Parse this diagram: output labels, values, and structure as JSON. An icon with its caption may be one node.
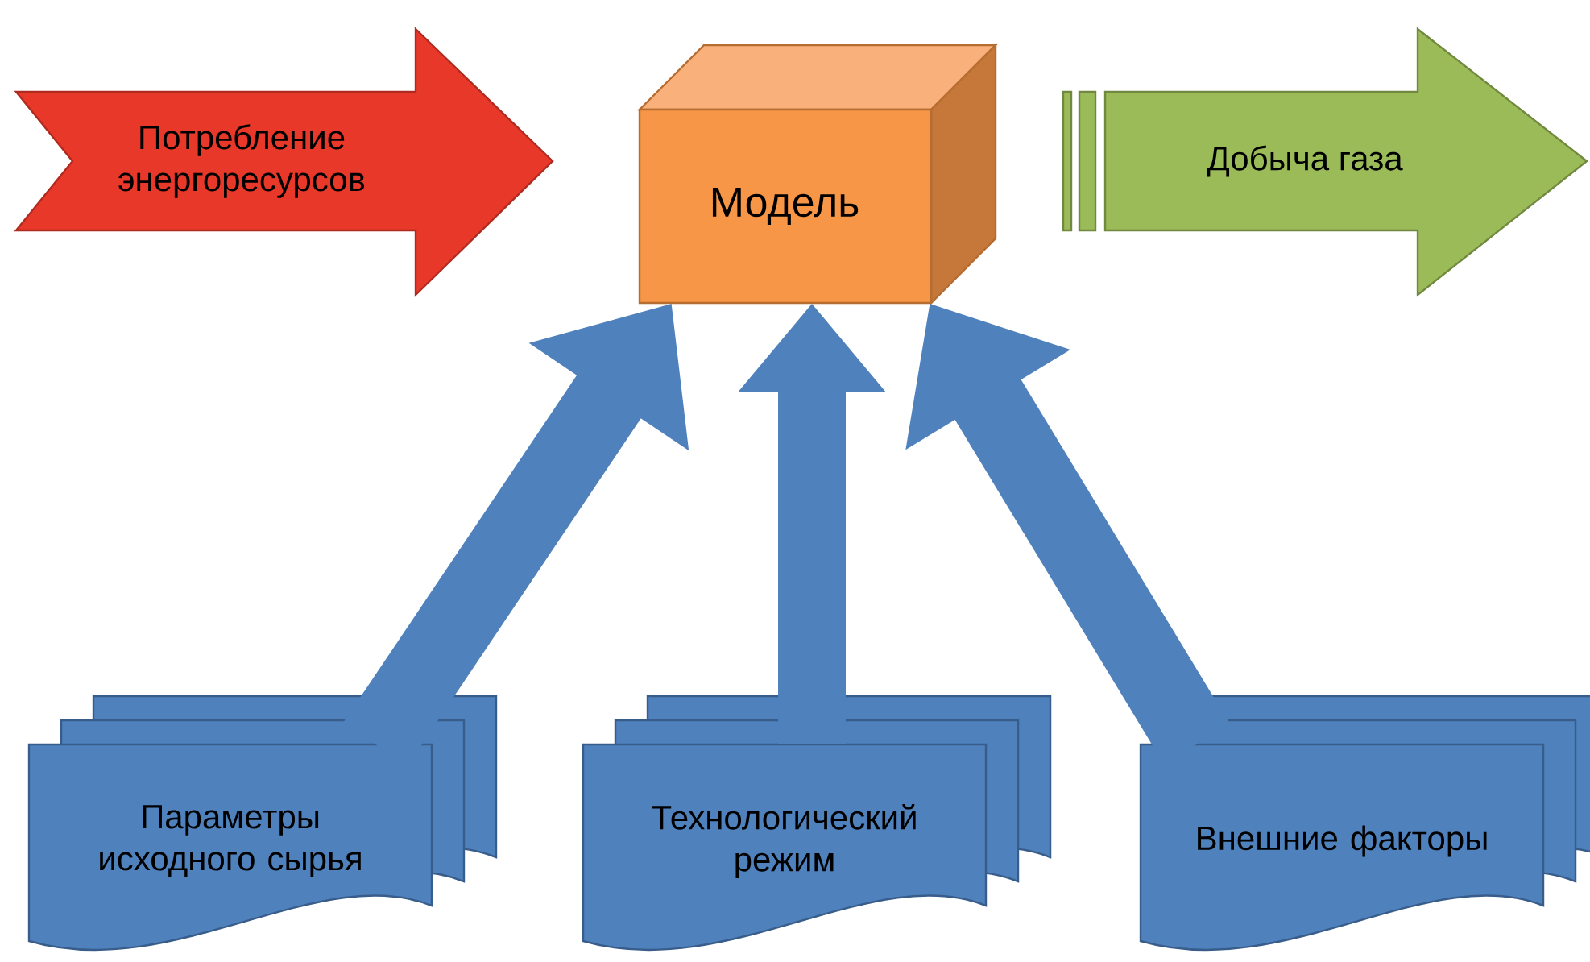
{
  "diagram": {
    "nodes": [
      {
        "text": [
          "Потребление энергоресурсов"
        ]
      },
      {
        "text": [
          "Модель"
        ]
      },
      {
        "text": [
          "Добыча газа"
        ]
      },
      {
        "text": [
          "Параметры исходного сырья"
        ]
      },
      {
        "text": [
          "Технологический режим"
        ]
      },
      {
        "text": [
          "Внешние факторы"
        ]
      }
    ],
    "edges": [
      {
        "from": 3,
        "to": 1,
        "arrow": "to"
      },
      {
        "from": 4,
        "to": 1,
        "arrow": "to"
      },
      {
        "from": 5,
        "to": 1,
        "arrow": "to"
      }
    ]
  }
}
